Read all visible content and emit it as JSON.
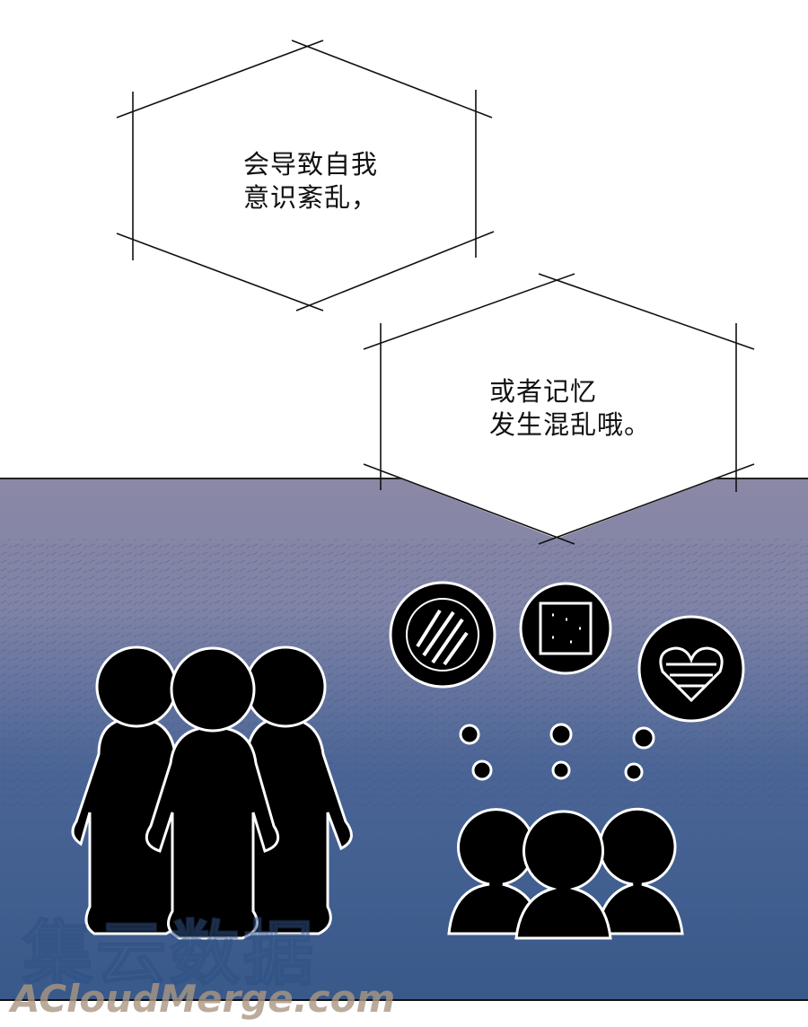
{
  "bubbles": [
    {
      "lines": "会导致自我\n意识紊乱，"
    },
    {
      "lines": "或者记忆\n发生混乱哦。"
    }
  ],
  "watermark": {
    "cn": "集云数据",
    "en": "ACloudMerge.com"
  },
  "colors": {
    "panel_top": "#8b88a6",
    "panel_bottom": "#38598a",
    "silhouette": "#000000",
    "outline": "#ffffff"
  }
}
